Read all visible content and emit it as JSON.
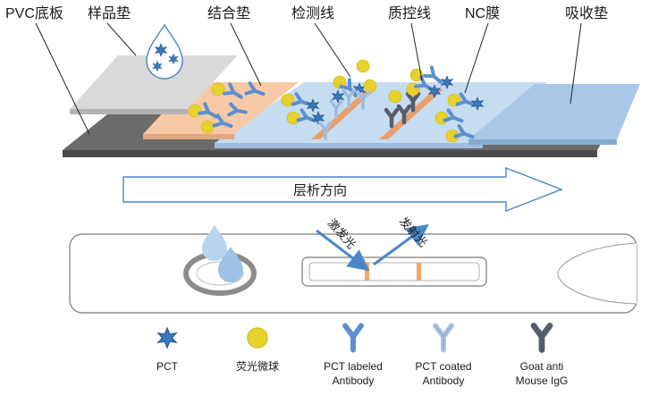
{
  "labels": {
    "pvc": "PVC底板",
    "sample_pad": "样品垫",
    "conjugate_pad": "结合垫",
    "test_line": "检测线",
    "control_line": "质控线",
    "nc_membrane": "NC膜",
    "absorbent_pad": "吸收垫"
  },
  "flow_direction": "层析方向",
  "excitation_light": "激发光",
  "emission_light": "发射光",
  "legend": [
    {
      "icon": "pct-star-icon",
      "line1": "PCT",
      "line2": ""
    },
    {
      "icon": "fluorescent-bead-icon",
      "line1": "荧光微球",
      "line2": ""
    },
    {
      "icon": "labeled-antibody-icon",
      "line1": "PCT labeled",
      "line2": "Antibody"
    },
    {
      "icon": "coated-antibody-icon",
      "line1": "PCT coated",
      "line2": "Antibody"
    },
    {
      "icon": "goat-anti-mouse-icon",
      "line1": "Goat anti",
      "line2": "Mouse IgG"
    }
  ],
  "colors": {
    "pvc": "#6b6b6b",
    "sample_pad": "#d9d9d9",
    "conjugate_pad": "#f7c9a6",
    "nc_membrane": "#c6dcf0",
    "absorbent_pad": "#a9c8e8",
    "bead": "#e6d22a",
    "pct": "#3a78b8",
    "labeled_ab": "#5b8fd0",
    "coated_ab": "#a9c5e6",
    "goat_ab": "#555e6a",
    "test_strip_line": "#f4a76a",
    "arrow_blue": "#4a86c8"
  }
}
